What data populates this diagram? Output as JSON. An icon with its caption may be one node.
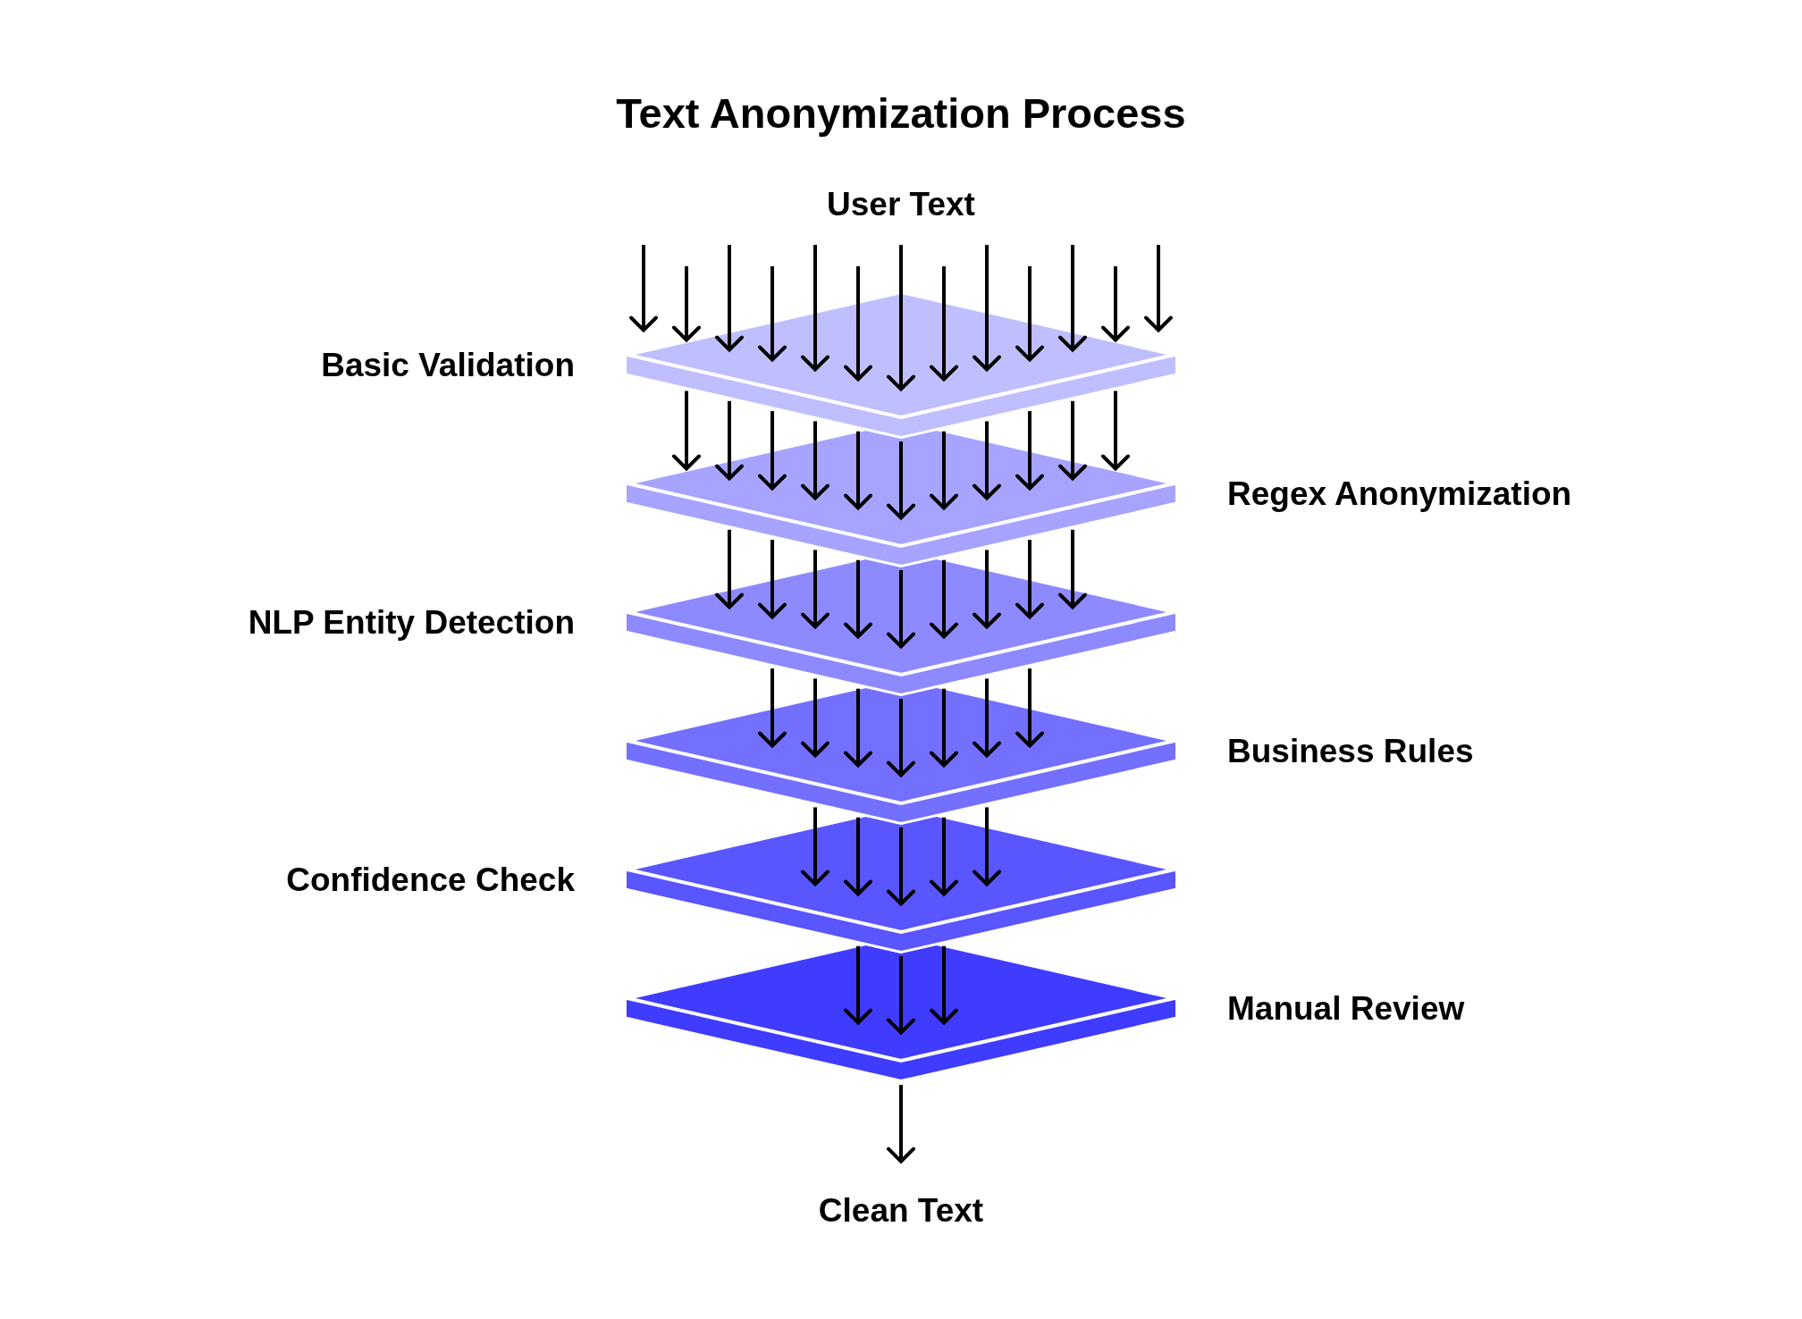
{
  "diagram": {
    "title": "Text Anonymization Process",
    "nodes": [
      {
        "text": [],
        "shape": "diamond",
        "beside": [
          "Basic Validation"
        ]
      },
      {
        "text": [],
        "shape": "diamond",
        "beside": [
          "Regex Anonymization"
        ]
      },
      {
        "text": [],
        "shape": "diamond",
        "beside": [
          "NLP Entity Detection"
        ]
      },
      {
        "text": [],
        "shape": "diamond",
        "beside": [
          "Business Rules"
        ]
      },
      {
        "text": [],
        "shape": "diamond",
        "beside": [
          "Confidence Check"
        ]
      },
      {
        "text": [],
        "shape": "diamond",
        "beside": [
          "Manual Review"
        ]
      },
      {
        "text": [
          "Clean Text"
        ]
      }
    ],
    "edges": [
      {
        "from": null,
        "to": 0,
        "arrow": "to"
      },
      {
        "from": null,
        "to": 0,
        "arrow": "to"
      },
      {
        "from": null,
        "to": 0,
        "arrow": "to"
      },
      {
        "from": null,
        "to": 0,
        "arrow": "to"
      },
      {
        "from": null,
        "to": 0,
        "arrow": "to"
      },
      {
        "from": null,
        "to": 0,
        "arrow": "to"
      },
      {
        "from": null,
        "to": 0,
        "arrow": "to"
      },
      {
        "from": null,
        "to": 0,
        "arrow": "to"
      },
      {
        "from": null,
        "to": 0,
        "arrow": "to"
      },
      {
        "from": null,
        "to": 0,
        "arrow": "to"
      },
      {
        "from": null,
        "to": 0,
        "arrow": "to"
      },
      {
        "from": null,
        "to": 0,
        "arrow": "to"
      },
      {
        "from": null,
        "to": 0,
        "arrow": "to"
      },
      {
        "from": 0,
        "to": 1,
        "arrow": "to"
      },
      {
        "from": 0,
        "to": 1,
        "arrow": "to"
      },
      {
        "from": 0,
        "to": 1,
        "arrow": "to"
      },
      {
        "from": 0,
        "to": 1,
        "arrow": "to"
      },
      {
        "from": 0,
        "to": 1,
        "arrow": "to"
      },
      {
        "from": 0,
        "to": 1,
        "arrow": "to"
      },
      {
        "from": 0,
        "to": 1,
        "arrow": "to"
      },
      {
        "from": 0,
        "to": 1,
        "arrow": "to"
      },
      {
        "from": 0,
        "to": 1,
        "arrow": "to"
      },
      {
        "from": 0,
        "to": 1,
        "arrow": "to"
      },
      {
        "from": 0,
        "to": 1,
        "arrow": "to"
      },
      {
        "from": 1,
        "to": 2,
        "arrow": "to"
      },
      {
        "from": 1,
        "to": 2,
        "arrow": "to"
      },
      {
        "from": 1,
        "to": 2,
        "arrow": "to"
      },
      {
        "from": 1,
        "to": 2,
        "arrow": "to"
      },
      {
        "from": 1,
        "to": 2,
        "arrow": "to"
      },
      {
        "from": 1,
        "to": 2,
        "arrow": "to"
      },
      {
        "from": 1,
        "to": 2,
        "arrow": "to"
      },
      {
        "from": 1,
        "to": 2,
        "arrow": "to"
      },
      {
        "from": 1,
        "to": 2,
        "arrow": "to"
      },
      {
        "from": 2,
        "to": 3,
        "arrow": "to"
      },
      {
        "from": 2,
        "to": 3,
        "arrow": "to"
      },
      {
        "from": 2,
        "to": 3,
        "arrow": "to"
      },
      {
        "from": 2,
        "to": 3,
        "arrow": "to"
      },
      {
        "from": 2,
        "to": 3,
        "arrow": "to"
      },
      {
        "from": 2,
        "to": 3,
        "arrow": "to"
      },
      {
        "from": 2,
        "to": 3,
        "arrow": "to"
      },
      {
        "from": 3,
        "to": 4,
        "arrow": "to"
      },
      {
        "from": 3,
        "to": 4,
        "arrow": "to"
      },
      {
        "from": 3,
        "to": 4,
        "arrow": "to"
      },
      {
        "from": 3,
        "to": 4,
        "arrow": "to"
      },
      {
        "from": 3,
        "to": 4,
        "arrow": "to"
      },
      {
        "from": 4,
        "to": 5,
        "arrow": "to"
      },
      {
        "from": 4,
        "to": 5,
        "arrow": "to"
      },
      {
        "from": 4,
        "to": 5,
        "arrow": "to"
      },
      {
        "from": 5,
        "to": 6,
        "arrow": "to"
      }
    ],
    "labels": [
      "User Text"
    ]
  }
}
